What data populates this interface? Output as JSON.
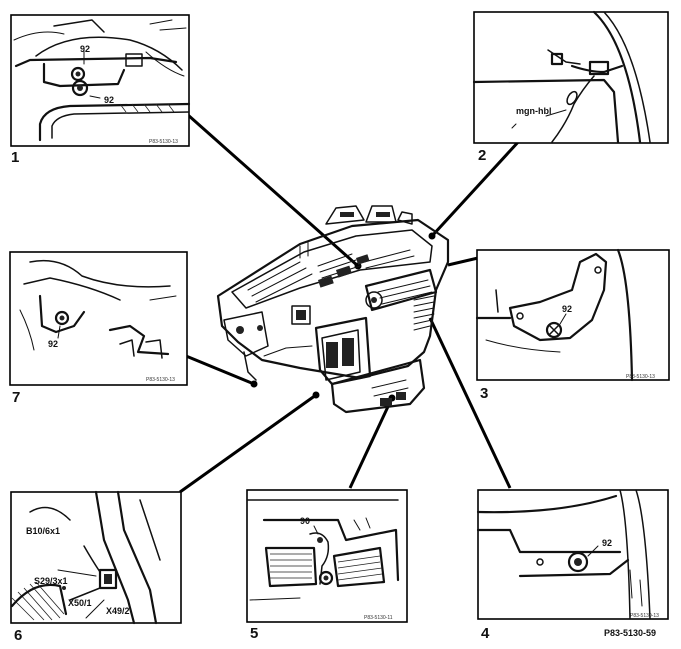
{
  "figure_ref": "P83-5130-59",
  "panels": [
    {
      "number": "1",
      "callouts": [
        "92",
        "92"
      ],
      "photo_ref": "P83-5130-13"
    },
    {
      "number": "2",
      "callouts": [
        "mgn-hbl"
      ]
    },
    {
      "number": "3",
      "callouts": [
        "92"
      ],
      "photo_ref": "P83-5130-13"
    },
    {
      "number": "4",
      "callouts": [
        "92"
      ],
      "photo_ref": "P83-5130-13"
    },
    {
      "number": "5",
      "callouts": [
        "90"
      ],
      "photo_ref": "P83-5130-11"
    },
    {
      "number": "6",
      "callouts": [
        "B10/6x1",
        "S29/3x1",
        "X50/1",
        "X49/2"
      ]
    },
    {
      "number": "7",
      "callouts": [
        "92"
      ],
      "photo_ref": "P83-5130-13"
    }
  ]
}
